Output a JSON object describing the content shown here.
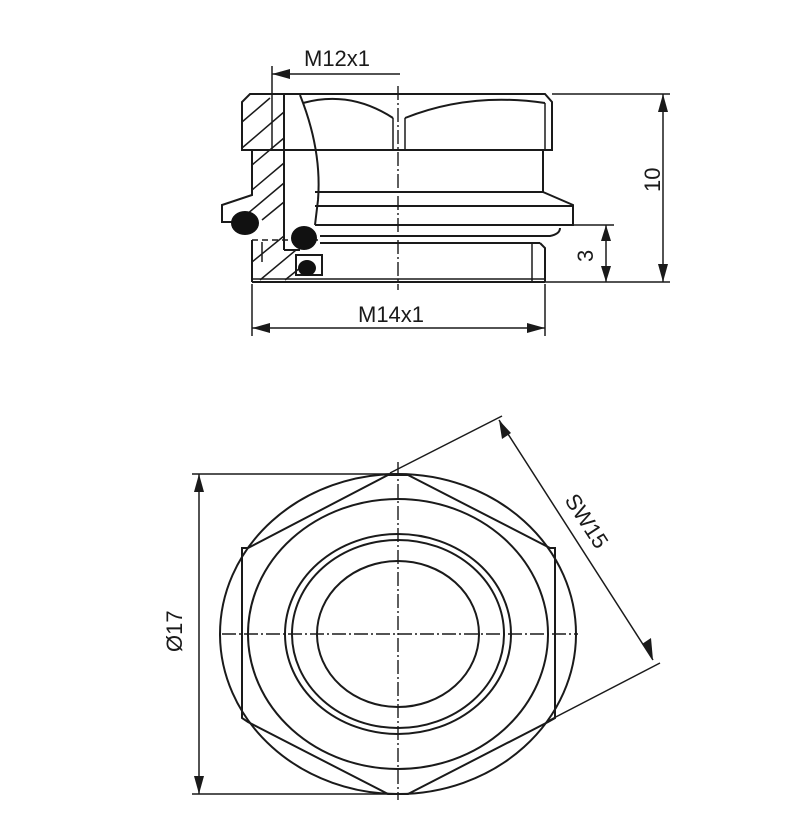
{
  "drawing": {
    "title": "Technical drawing: threaded plug with O-rings (side section and top view)",
    "stroke_color": "#1a1a1a",
    "background": "#ffffff",
    "side_view": {
      "dimensions": {
        "inner_thread": "M12x1",
        "outer_thread": "M14x1",
        "total_height": "10",
        "thread_length": "3"
      }
    },
    "top_view": {
      "dimensions": {
        "diameter": "Ø17",
        "wrench_size": "SW15"
      }
    }
  }
}
